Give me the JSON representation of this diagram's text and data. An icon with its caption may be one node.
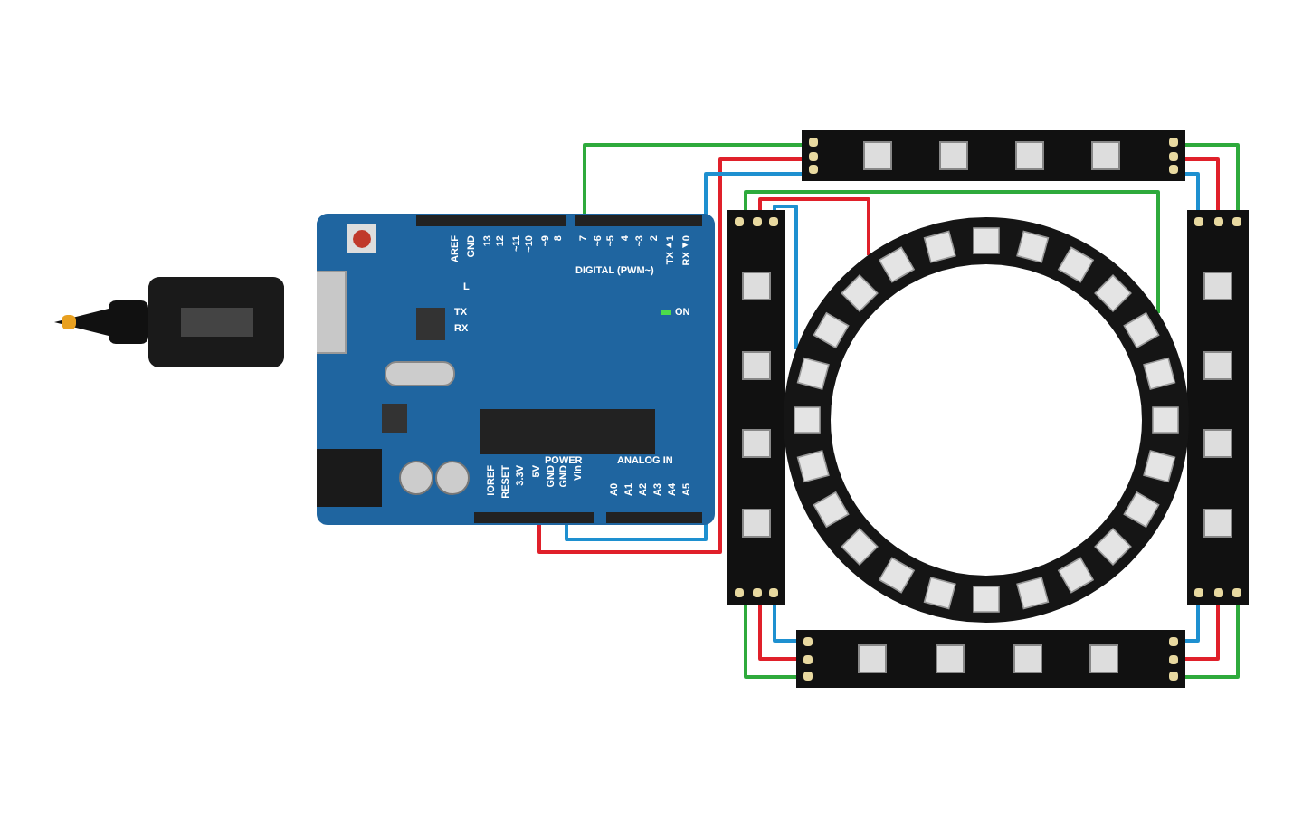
{
  "diagram": {
    "nodes": [
      {
        "text": [],
        "shape": "picture"
      },
      {
        "text": [],
        "shape": "bar"
      },
      {
        "text": [],
        "shape": "bar"
      },
      {
        "text": [],
        "shape": "bar"
      },
      {
        "text": [],
        "shape": "bar"
      },
      {
        "text": [],
        "shape": "circle"
      }
    ],
    "edges": [
      {
        "from": 0,
        "to": 1,
        "arrow": "none",
        "color": "#2eaa3c"
      },
      {
        "from": 0,
        "to": 1,
        "arrow": "none",
        "color": "#e0202a"
      },
      {
        "from": 0,
        "to": 1,
        "arrow": "none",
        "color": "#1e90d0"
      },
      {
        "from": 1,
        "to": 2,
        "arrow": "none",
        "color": "#2eaa3c"
      },
      {
        "from": 1,
        "to": 2,
        "arrow": "none",
        "color": "#e0202a"
      },
      {
        "from": 1,
        "to": 2,
        "arrow": "none",
        "color": "#1e90d0"
      },
      {
        "from": 2,
        "to": 3,
        "arrow": "none",
        "color": "#1e90d0"
      },
      {
        "from": 2,
        "to": 3,
        "arrow": "none",
        "color": "#e0202a"
      },
      {
        "from": 2,
        "to": 3,
        "arrow": "none",
        "color": "#2eaa3c"
      },
      {
        "from": 3,
        "to": 4,
        "arrow": "none",
        "color": "#1e90d0"
      },
      {
        "from": 3,
        "to": 4,
        "arrow": "none",
        "color": "#e0202a"
      },
      {
        "from": 3,
        "to": 4,
        "arrow": "none",
        "color": "#2eaa3c"
      },
      {
        "from": 4,
        "to": 5,
        "arrow": "none",
        "color": "#2eaa3c"
      },
      {
        "from": 4,
        "to": 5,
        "arrow": "none",
        "color": "#e0202a"
      },
      {
        "from": 4,
        "to": 5,
        "arrow": "none",
        "color": "#1e90d0"
      }
    ],
    "labels": [
      "AREF",
      "GND",
      "13",
      "12",
      "~11",
      "~10",
      "~9",
      "8",
      "7",
      "~6",
      "~5",
      "4",
      "~3",
      "2",
      "TX▸1",
      "RX◂0",
      "DIGITAL (PWM~)",
      "L",
      "TX",
      "RX",
      "ON",
      "IOREF",
      "RESET",
      "3.3V",
      "5V",
      "GND",
      "GND",
      "Vin",
      "POWER",
      "ANALOG IN",
      "A0",
      "A1",
      "A2",
      "A3",
      "A4",
      "A5"
    ]
  }
}
